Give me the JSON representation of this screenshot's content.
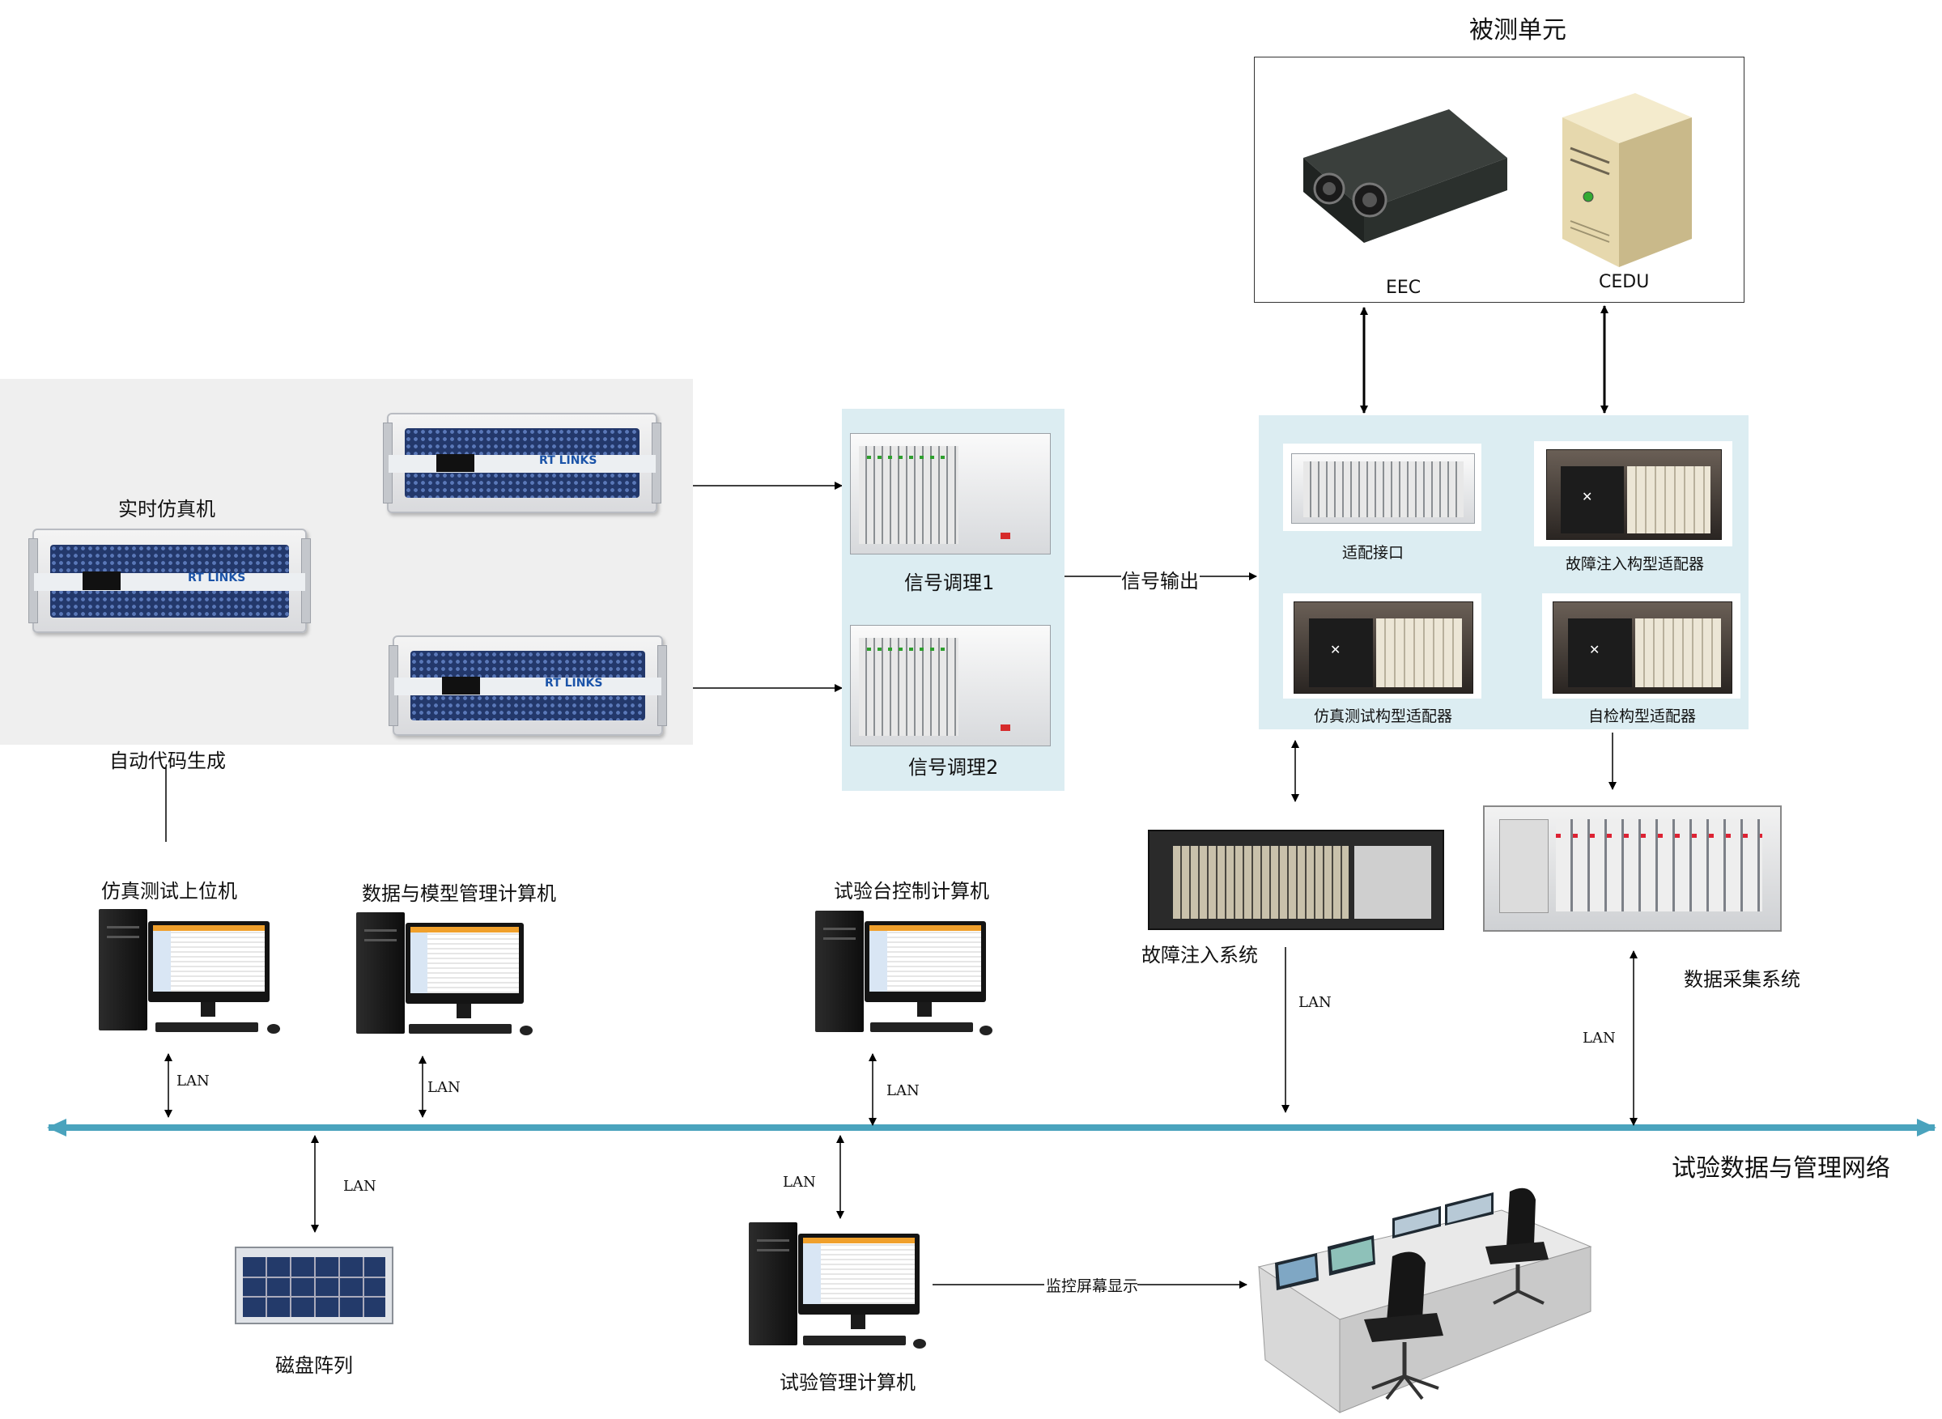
{
  "uut": {
    "title": "被测单元",
    "eec_label": "EEC",
    "cedu_label": "CEDU"
  },
  "sim": {
    "realtime_label": "实时仿真机",
    "rack_logo": "RT LINKS",
    "codegen_label": "自动代码生成"
  },
  "conditioning": {
    "cond1_label": "信号调理1",
    "cond2_label": "信号调理2",
    "output_label": "信号输出"
  },
  "adapters": {
    "interface_label": "适配接口",
    "fault_adapter_label": "故障注入构型适配器",
    "simtest_adapter_label": "仿真测试构型适配器",
    "selfcheck_adapter_label": "自检构型适配器"
  },
  "systems": {
    "fault_injection_label": "故障注入系统",
    "daq_label": "数据采集系统"
  },
  "computers": {
    "simtest_host_label": "仿真测试上位机",
    "data_model_label": "数据与模型管理计算机",
    "bench_control_label": "试验台控制计算机",
    "test_mgmt_label": "试验管理计算机"
  },
  "storage": {
    "disk_array_label": "磁盘阵列"
  },
  "network": {
    "name": "试验数据与管理网络",
    "lan": "LAN",
    "monitor_display_label": "监控屏幕显示",
    "bus_color": "#4aa3bd"
  }
}
